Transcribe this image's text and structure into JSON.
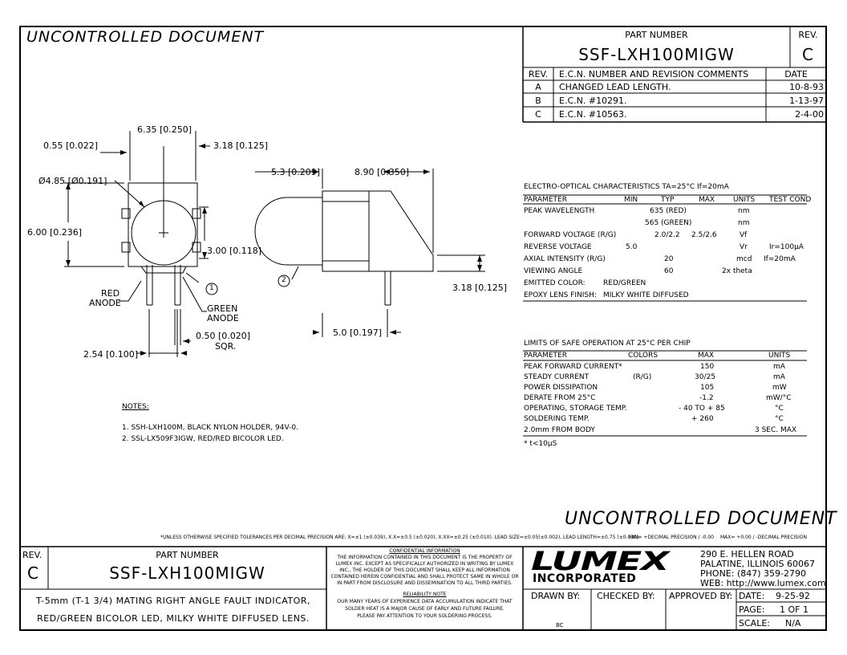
{
  "watermark": "UNCONTROLLED DOCUMENT",
  "title_block": {
    "part_number_label": "PART NUMBER",
    "rev_label": "REV.",
    "part_number": "SSF-LXH100MIGW",
    "rev": "C"
  },
  "revision_table": {
    "headers": [
      "REV.",
      "E.C.N. NUMBER AND REVISION COMMENTS",
      "DATE"
    ],
    "rows": [
      [
        "A",
        "CHANGED LEAD LENGTH.",
        "10-8-93"
      ],
      [
        "B",
        "E.C.N. #10291.",
        "1-13-97"
      ],
      [
        "C",
        "E.C.N. #10563.",
        "2-4-00"
      ]
    ]
  },
  "dimensions": {
    "d1": "6.35 [0.250]",
    "d2": "0.55 [0.022]",
    "d3": "3.18 [0.125]",
    "d4": "5.3 [0.209]",
    "d5": "8.90 [0.350]",
    "d6": "Ø4.85 [Ø0.191]",
    "d7": "6.00 [0.236]",
    "d8": "3.00 [0.118]",
    "d9": "3.18 [0.125]",
    "d10": "0.50 [0.020]",
    "d10b": "SQR.",
    "d11": "5.0 [0.197]",
    "d12": "2.54 [0.100]",
    "red_anode_1": "RED",
    "red_anode_2": "ANODE",
    "green_anode_1": "GREEN",
    "green_anode_2": "ANODE",
    "callout1": "1",
    "callout2": "2"
  },
  "notes": {
    "heading": "NOTES:",
    "items": [
      "1. SSH-LXH100M, BLACK NYLON HOLDER, 94V-0.",
      "2. SSL-LX509F3IGW, RED/RED BICOLOR LED."
    ]
  },
  "electro_optical": {
    "heading": "ELECTRO-OPTICAL CHARACTERISTICS TA=25°C     If=20mA",
    "headers": [
      "PARAMETER",
      "MIN",
      "TYP",
      "MAX",
      "UNITS",
      "TEST COND"
    ],
    "rows": [
      [
        "PEAK WAVELENGTH",
        "",
        "635 (RED)",
        "",
        "nm",
        ""
      ],
      [
        "",
        "",
        "565 (GREEN)",
        "",
        "nm",
        ""
      ],
      [
        "FORWARD VOLTAGE (R/G)",
        "",
        "2.0/2.2",
        "2.5/2.6",
        "Vf",
        ""
      ],
      [
        "REVERSE VOLTAGE",
        "5.0",
        "",
        "",
        "Vr",
        "Ir=100µA"
      ],
      [
        "AXIAL INTENSITY   (R/G)",
        "",
        "20",
        "",
        "mcd",
        "If=20mA"
      ],
      [
        "VIEWING ANGLE",
        "",
        "60",
        "",
        "2x theta",
        ""
      ]
    ],
    "emitted_color_label": "EMITTED COLOR:",
    "emitted_color": "RED/GREEN",
    "lens_label": "EPOXY LENS FINISH:",
    "lens": "MILKY WHITE DIFFUSED"
  },
  "safe_limits": {
    "heading": "LIMITS OF SAFE OPERATION AT 25°C PER CHIP",
    "headers": [
      "PARAMETER",
      "COLORS",
      "MAX",
      "UNITS"
    ],
    "rows": [
      [
        "PEAK FORWARD CURRENT*",
        "",
        "150",
        "mA"
      ],
      [
        "STEADY CURRENT",
        "(R/G)",
        "30/25",
        "mA"
      ],
      [
        "POWER DISSIPATION",
        "",
        "105",
        "mW"
      ],
      [
        "DERATE FROM 25°C",
        "",
        "-1.2",
        "mW/°C"
      ],
      [
        "OPERATING, STORAGE TEMP.",
        "",
        "- 40 TO + 85",
        "°C"
      ],
      [
        "SOLDERING TEMP.",
        "",
        "+ 260",
        "°C"
      ],
      [
        "2.0mm FROM BODY",
        "",
        "",
        "3 SEC. MAX"
      ]
    ],
    "footnote": "* t<10µS"
  },
  "tolerance_note": "*UNLESS OTHERWISE SPECIFIED TOLERANCES PER DECIMAL PRECISION ARE: X=±1 (±0.039), X.X=±0.5 (±0.020), X.XX=±0.25 (±0.010).   LEAD SIZE=±0.05(±0.002), LEAD LENGTH=±0.75 (±0.030).",
  "tolerance_min": "MIN= +DECIMAL PRECISION / -0.00",
  "tolerance_max": "MAX= +0.00 / -DECIMAL PRECISION",
  "bottom": {
    "rev_label": "REV.",
    "rev": "C",
    "part_number_label": "PART NUMBER",
    "part_number": "SSF-LXH100MIGW",
    "desc1": "T-5mm (T-1 3/4) MATING RIGHT ANGLE FAULT INDICATOR,",
    "desc2": "RED/GREEN BICOLOR LED, MILKY WHITE DIFFUSED LENS.",
    "confidential_title": "CONFIDENTIAL INFORMATION",
    "confidential_lines": [
      "THE INFORMATION CONTAINED IN THIS DOCUMENT IS THE PROPERTY OF",
      "LUMEX INC.  EXCEPT AS SPECIFICALLY AUTHORIZED IN WRITING BY LUMEX",
      "INC., THE HOLDER OF THIS DOCUMENT SHALL KEEP ALL INFORMATION",
      "CONTAINED HEREIN CONFIDENTIAL AND SHALL PROTECT SAME IN WHOLE OR",
      "IN PART FROM DISCLOSURE AND DISSEMINATION TO ALL THIRD PARTIES."
    ],
    "reliability_title": "RELIABILITY NOTE",
    "reliability_lines": [
      "OUR MANY YEARS OF EXPERIENCE DATA ACCUMULATION INDICATE THAT",
      "SOLDER HEAT IS A MAJOR CAUSE OF EARLY AND FUTURE FAILURE.",
      "PLEASE PAY ATTENTION TO YOUR SOLDERING PROCESS."
    ],
    "logo": "LUMEX",
    "logo_sub": "INCORPORATED",
    "address1": "290 E. HELLEN ROAD",
    "address2": "PALATINE, ILLINOIS  60067",
    "phone": "PHONE: (847) 359-2790",
    "web": "WEB: http://www.lumex.com",
    "drawn_by_label": "DRAWN BY:",
    "drawn_by": "BC",
    "checked_by_label": "CHECKED BY:",
    "approved_by_label": "APPROVED BY:",
    "date_label": "DATE:",
    "date": "9-25-92",
    "page_label": "PAGE:",
    "page": "1 OF 1",
    "scale_label": "SCALE:",
    "scale": "N/A"
  }
}
